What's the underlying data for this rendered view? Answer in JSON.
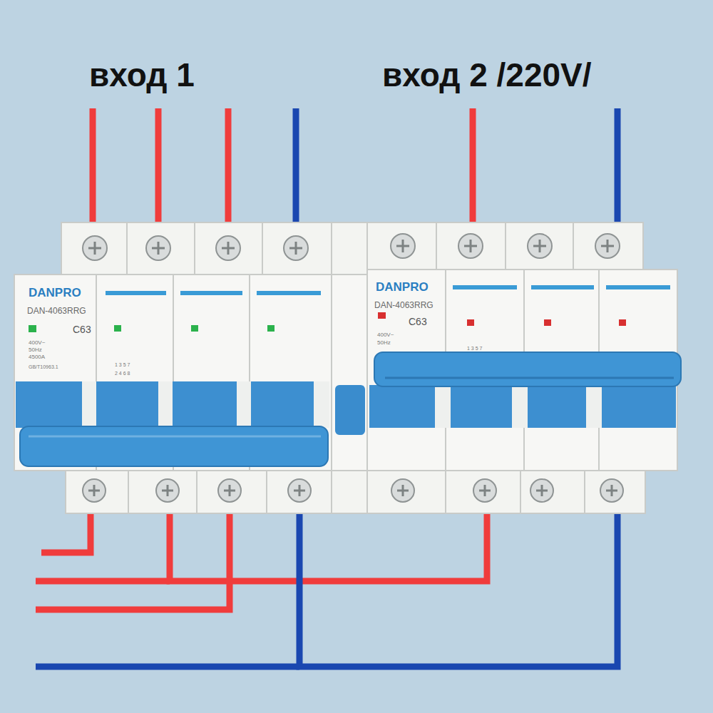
{
  "diagram": {
    "nodes": [
      {
        "text": [
          "DANPRO",
          "DAN-4063RRG",
          "C63",
          "400V~",
          "50Hz",
          "4500A",
          "GB/T10963.1",
          "1 3 5 7",
          "2 4 6 8"
        ]
      },
      {
        "text": [
          "DANPRO",
          "DAN-4063RRG",
          "C63",
          "400V~",
          "50Hz",
          "1 3 5 7"
        ]
      }
    ],
    "edges": [
      {
        "from": 0,
        "to": 1,
        "arrow": "none"
      },
      {
        "from": 0,
        "to": 1,
        "arrow": "none"
      }
    ],
    "labels": [
      "вход 1",
      "вход 2 /220V/"
    ]
  }
}
